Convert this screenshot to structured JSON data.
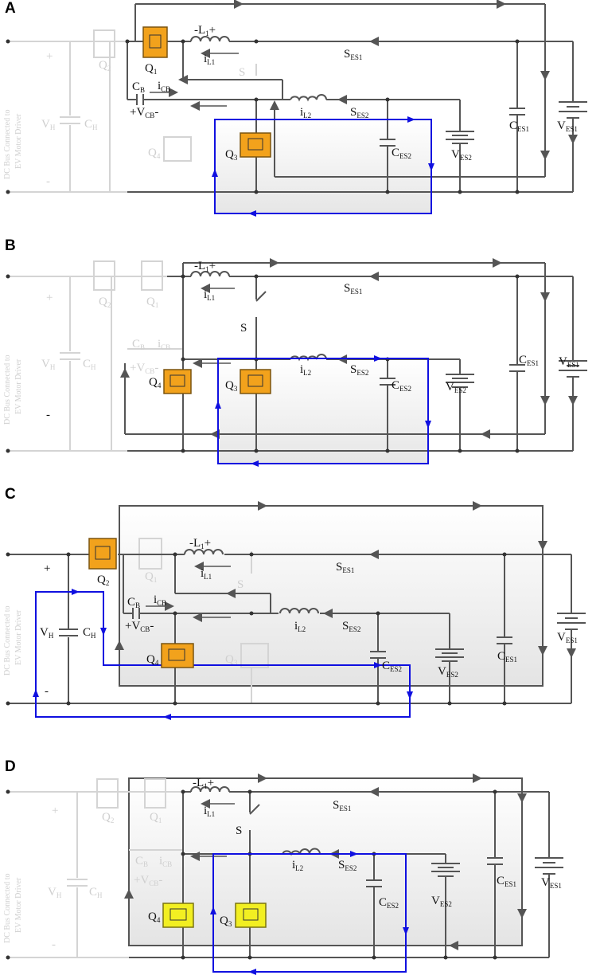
{
  "panels": [
    {
      "label": "A",
      "side_text_1": "DC Bus Connected to",
      "side_text_2": "EV Motor Driver"
    },
    {
      "label": "B",
      "side_text_1": "DC Bus Connected to",
      "side_text_2": "EV Motor Driver"
    },
    {
      "label": "C",
      "side_text_1": "DC Bus Connected to",
      "side_text_2": "EV Motor Driver"
    },
    {
      "label": "D",
      "side_text_1": "DC Bus Connected to",
      "side_text_2": "EV Motor Driver"
    }
  ],
  "labels": {
    "L1": "-L",
    "L1_sub": "1",
    "L1_plus": "+",
    "i": "i",
    "L1_cur_sub": "L1",
    "L2_cur_sub": "L2",
    "CB_cur_sub": "CB",
    "S": "S",
    "SES1": "S",
    "SES1_sub": "ES1",
    "SES2": "S",
    "SES2_sub": "ES2",
    "CB": "C",
    "CB_sub": "B",
    "VCB_plus": "+V",
    "VCB_sub": "CB",
    "VCB_minus": "-",
    "CES1": "C",
    "CES1_sub": "ES1",
    "CES2": "C",
    "CES2_sub": "ES2",
    "VES1": "V",
    "VES1_sub": "ES1",
    "VES2": "V",
    "VES2_sub": "ES2",
    "VH": "V",
    "VH_sub": "H",
    "CH": "C",
    "CH_sub": "H",
    "Q": "Q",
    "Q1_sub": "1",
    "Q2_sub": "2",
    "Q3_sub": "3",
    "Q4_sub": "4",
    "plus": "+",
    "minus": "-"
  },
  "colors": {
    "wire": "#555555",
    "faint_wire": "#d4d4d4",
    "active_loop": "#1010e0",
    "switch_orange": "#f2a21c",
    "switch_yellow": "#f2ef22",
    "shade": "#eeeeee"
  }
}
